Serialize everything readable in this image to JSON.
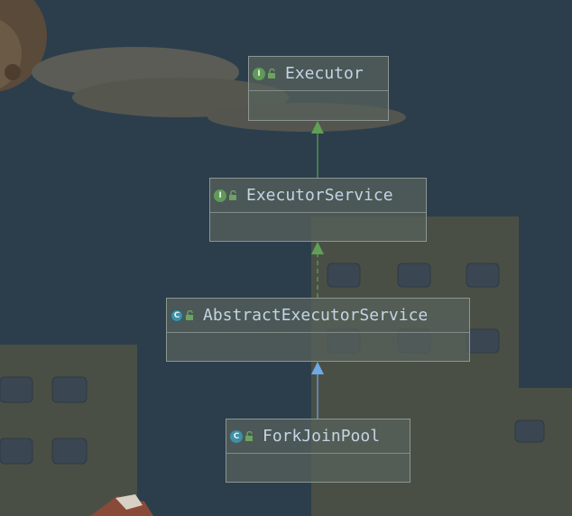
{
  "diagram": {
    "nodes": [
      {
        "id": "executor",
        "name": "Executor",
        "kind": "interface",
        "kind_letter": "I"
      },
      {
        "id": "executor-service",
        "name": "ExecutorService",
        "kind": "interface",
        "kind_letter": "I"
      },
      {
        "id": "abstract-executor-service",
        "name": "AbstractExecutorService",
        "kind": "abstract-class",
        "kind_letter": "C"
      },
      {
        "id": "fork-join-pool",
        "name": "ForkJoinPool",
        "kind": "class",
        "kind_letter": "C"
      }
    ],
    "edges": [
      {
        "from": "executor-service",
        "to": "executor",
        "relation": "extends",
        "style": "solid",
        "color": "#5fa055"
      },
      {
        "from": "abstract-executor-service",
        "to": "executor-service",
        "relation": "implements",
        "style": "dashed",
        "color": "#5fa055"
      },
      {
        "from": "fork-join-pool",
        "to": "abstract-executor-service",
        "relation": "extends",
        "style": "solid",
        "color": "#6fa9e6"
      }
    ]
  },
  "colors": {
    "background": "#2c3e4c",
    "interface_icon": "#5f9a58",
    "class_icon": "#3f8fa8",
    "title_text": "#c4d4e4",
    "lock": "#6ba35f"
  },
  "icons": {
    "interface": "interface-icon",
    "class": "class-icon",
    "abstract_class": "abstract-class-icon",
    "visibility": "open-lock-icon"
  }
}
